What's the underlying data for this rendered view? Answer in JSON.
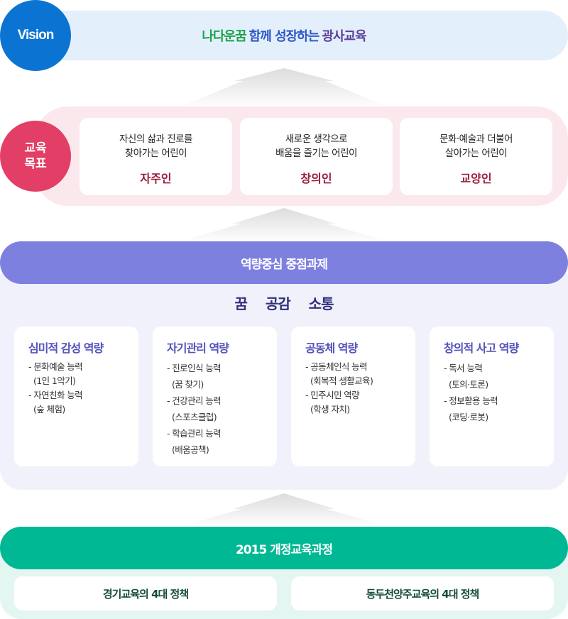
{
  "vision": {
    "badge": "Vision",
    "segments": [
      {
        "text": "나다운꿈",
        "color": "#1aa34a"
      },
      {
        "text": "함께 성장하는",
        "color": "#2c55c5"
      },
      {
        "text": "광사교육",
        "color": "#5a3e9c"
      }
    ]
  },
  "goals": {
    "badge_line1": "교육",
    "badge_line2": "목표",
    "cards": [
      {
        "desc_line1": "자신의 삶과 진로를",
        "desc_line2": "찾아가는 어린이",
        "name": "자주인"
      },
      {
        "desc_line1": "새로운 생각으로",
        "desc_line2": "배움을 즐기는 어린이",
        "name": "창의인"
      },
      {
        "desc_line1": "문화·예술과 더불어",
        "desc_line2": "살아가는 어린이",
        "name": "교양인"
      }
    ]
  },
  "competency": {
    "header": "역량중심 중점과제",
    "keywords": [
      "꿈",
      "공감",
      "소통"
    ],
    "cards": [
      {
        "title": "심미적 감성 역량",
        "lines": [
          {
            "type": "item",
            "text": "- 문화예술 능력"
          },
          {
            "type": "sub",
            "text": "(1인 1악기)"
          },
          {
            "type": "item",
            "text": "- 자연친화 능력"
          },
          {
            "type": "sub",
            "text": "(숲 체험)"
          }
        ]
      },
      {
        "title": "자기관리 역량",
        "lines": [
          {
            "type": "item",
            "text": "- 진로인식 능력"
          },
          {
            "type": "sub",
            "text": " (꿈 찾기)"
          },
          {
            "type": "item",
            "text": "- 건강관리 능력"
          },
          {
            "type": "sub",
            "text": "(스포츠클럽)"
          },
          {
            "type": "item",
            "text": "- 학습관리 능력"
          },
          {
            "type": "sub",
            "text": " (배움공책)"
          }
        ]
      },
      {
        "title": "공동체 역량",
        "lines": [
          {
            "type": "item",
            "text": "- 공동체인식 능력"
          },
          {
            "type": "sub",
            "text": "(회복적 생활교육)"
          },
          {
            "type": "item",
            "text": "-  민주시민 역량"
          },
          {
            "type": "sub",
            "text": "(학생 자치)"
          }
        ]
      },
      {
        "title": "창의적 사고 역량",
        "lines": [
          {
            "type": "item",
            "text": "- 독서 능력"
          },
          {
            "type": "sub",
            "text": " (토의·토론)"
          },
          {
            "type": "item",
            "text": "- 정보활용 능력"
          },
          {
            "type": "sub",
            "text": " (코딩·로봇)"
          }
        ]
      }
    ]
  },
  "curriculum": {
    "header": "2015 개정교육과정",
    "policies": [
      "경기교육의 4대 정책",
      "동두천양주교육의 4대 정책"
    ]
  },
  "colors": {
    "vision_blue": "#0b74d3",
    "goals_pink": "#e23e66",
    "competency_purple": "#7e80e0",
    "curriculum_green": "#00b894"
  }
}
